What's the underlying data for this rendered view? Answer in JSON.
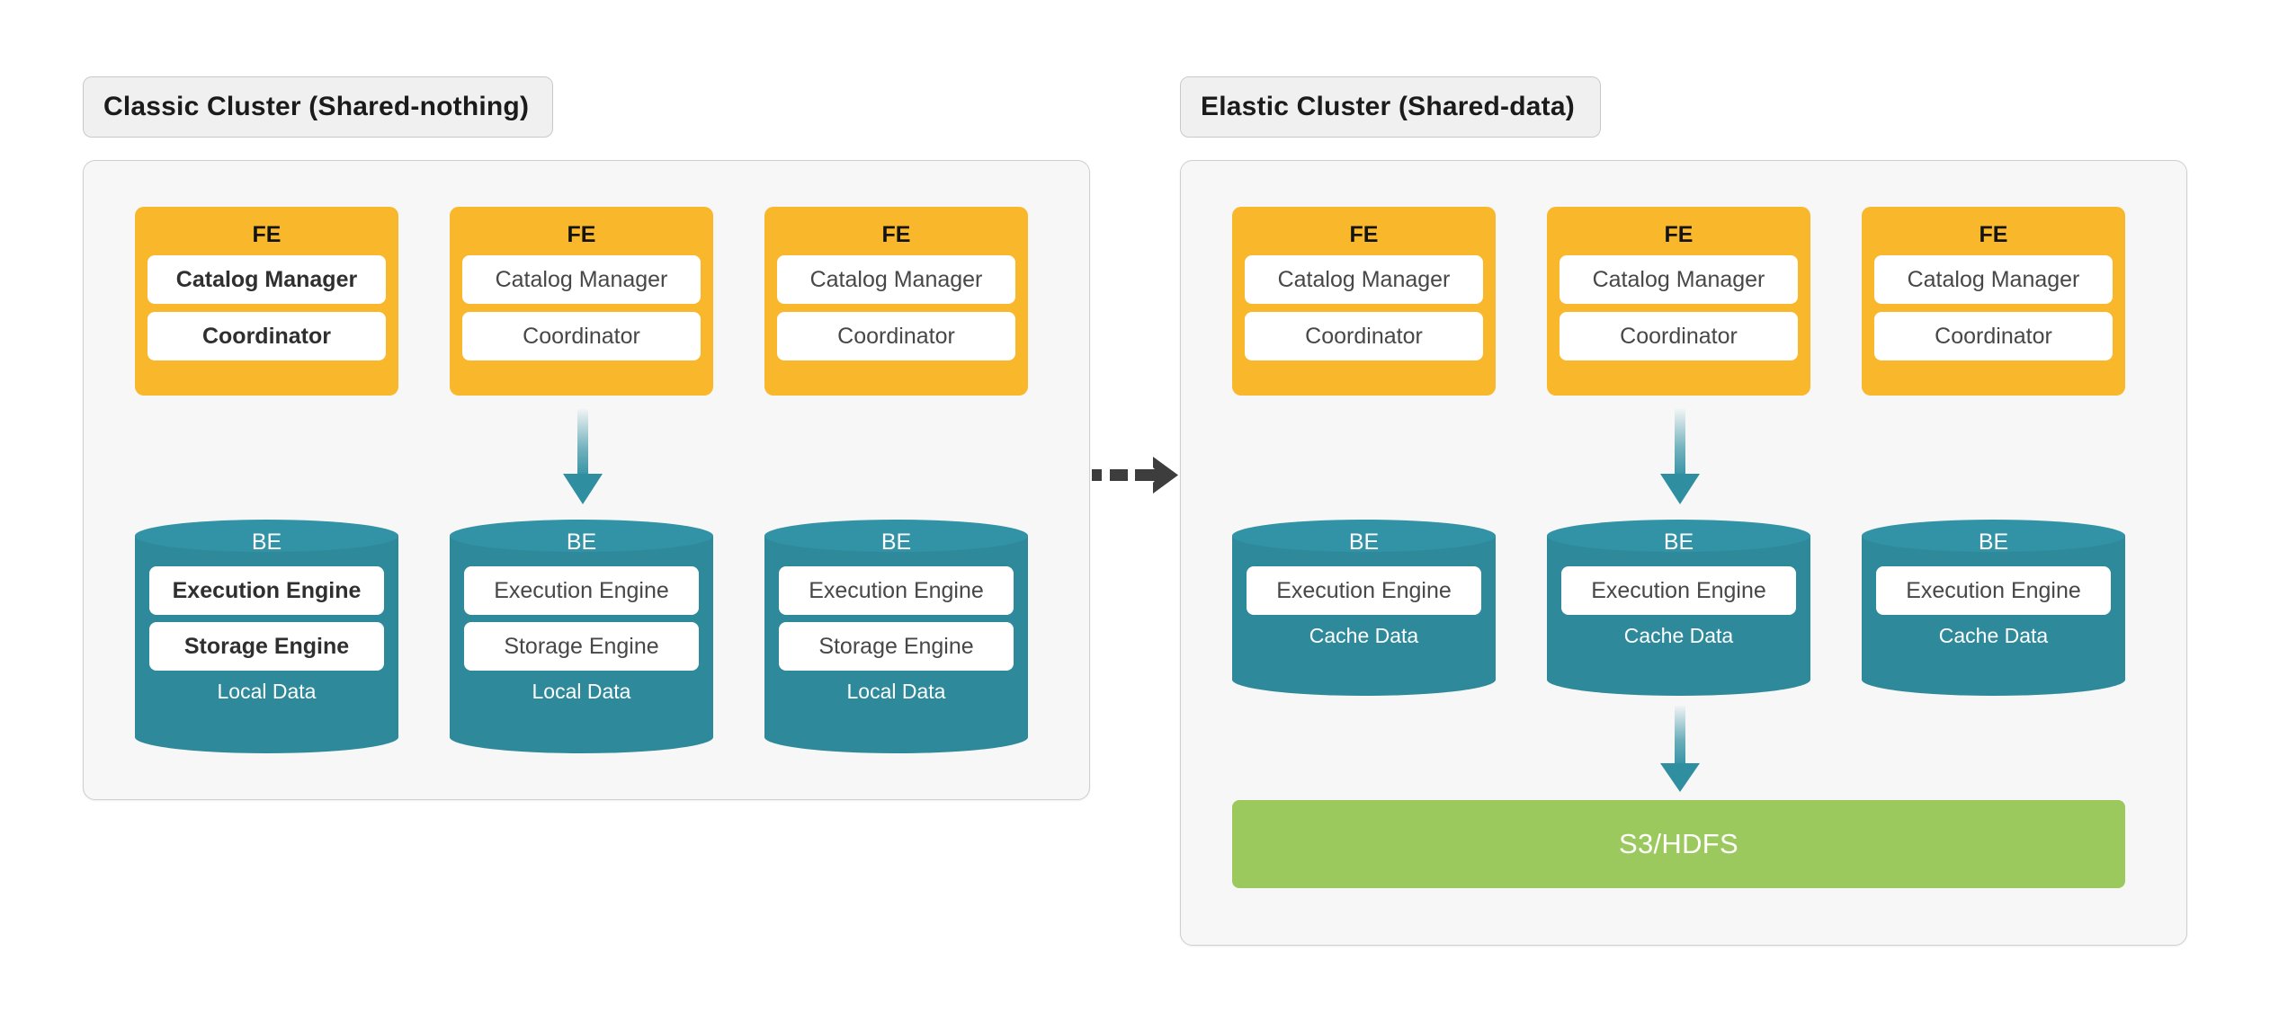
{
  "diagram": {
    "title_hidden": "",
    "colors": {
      "fe_orange": "#f9b72c",
      "be_teal": "#2e8a9b",
      "be_teal_cap": "#3193a5",
      "storage_green": "#9bc95e",
      "panel_bg": "#f7f7f7",
      "panel_border": "#cfcfcf",
      "pill_bg": "#f0f0f0",
      "arrow_teal": "#2f8fa1",
      "transition_arrow": "#3d3d3d"
    }
  },
  "classic": {
    "title": "Classic Cluster (Shared-nothing)",
    "fe_nodes": [
      {
        "title": "FE",
        "boxes": [
          "Catalog Manager",
          "Coordinator"
        ],
        "emphasis": true
      },
      {
        "title": "FE",
        "boxes": [
          "Catalog Manager",
          "Coordinator"
        ],
        "emphasis": false
      },
      {
        "title": "FE",
        "boxes": [
          "Catalog Manager",
          "Coordinator"
        ],
        "emphasis": false
      }
    ],
    "be_nodes": [
      {
        "title": "BE",
        "boxes": [
          "Execution Engine",
          "Storage Engine"
        ],
        "footer": "Local Data",
        "emphasis": true
      },
      {
        "title": "BE",
        "boxes": [
          "Execution Engine",
          "Storage Engine"
        ],
        "footer": "Local Data",
        "emphasis": false
      },
      {
        "title": "BE",
        "boxes": [
          "Execution Engine",
          "Storage Engine"
        ],
        "footer": "Local Data",
        "emphasis": false
      }
    ],
    "fe_to_be_arrow_column": 2
  },
  "elastic": {
    "title": "Elastic Cluster (Shared-data)",
    "fe_nodes": [
      {
        "title": "FE",
        "boxes": [
          "Catalog Manager",
          "Coordinator"
        ],
        "emphasis": false
      },
      {
        "title": "FE",
        "boxes": [
          "Catalog Manager",
          "Coordinator"
        ],
        "emphasis": false
      },
      {
        "title": "FE",
        "boxes": [
          "Catalog Manager",
          "Coordinator"
        ],
        "emphasis": false
      }
    ],
    "be_nodes": [
      {
        "title": "BE",
        "boxes": [
          "Execution Engine"
        ],
        "footer": "Cache Data",
        "emphasis": false
      },
      {
        "title": "BE",
        "boxes": [
          "Execution Engine"
        ],
        "footer": "Cache Data",
        "emphasis": false
      },
      {
        "title": "BE",
        "boxes": [
          "Execution Engine"
        ],
        "footer": "Cache Data",
        "emphasis": false
      }
    ],
    "storage": "S3/HDFS",
    "fe_to_be_arrow_column": 2,
    "be_to_storage_arrow_column": 2
  },
  "icons": {
    "down_arrow": "down-arrow-icon",
    "transition_arrow": "dashed-right-arrow-icon"
  }
}
